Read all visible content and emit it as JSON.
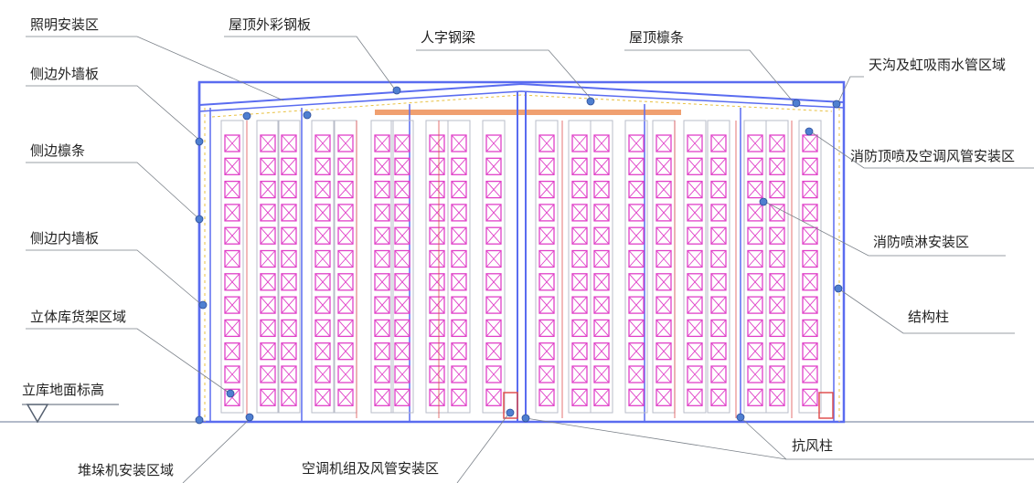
{
  "labels": {
    "lighting_area": "照明安装区",
    "roof_steel_panel": "屋顶外彩钢板",
    "herringbone_beam": "人字钢梁",
    "roof_purlin": "屋顶檩条",
    "gutter_drain_area": "天沟及虹吸雨水管区域",
    "side_outer_wall": "侧边外墙板",
    "fire_sprinkler_hvac_duct": "消防顶喷及空调风管安装区",
    "side_purlin": "侧边檩条",
    "fire_sprinkler_area": "消防喷淋安装区",
    "side_inner_wall": "侧边内墙板",
    "structural_column": "结构柱",
    "rack_area": "立体库货架区域",
    "floor_elevation": "立库地面标高",
    "wind_column": "抗风柱",
    "stacker_area": "堆垛机安装区域",
    "hvac_unit_area": "空调机组及风管安装区"
  },
  "colors": {
    "frame": "#5a6cf0",
    "rack": "#e040c8",
    "beam": "#f0a070",
    "leader": "#7a8088",
    "column_red": "#e05050",
    "yellow": "#e8c040"
  }
}
